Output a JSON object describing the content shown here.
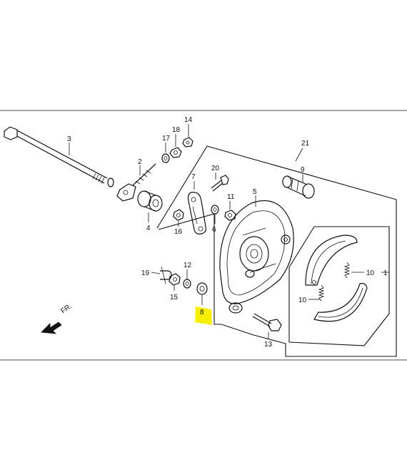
{
  "diagram": {
    "highlight_color": "#f6f000",
    "direction_label": "FR.",
    "callouts": {
      "c1": "1",
      "c2": "2",
      "c3": "3",
      "c4": "4",
      "c5": "5",
      "c6": "6",
      "c7": "7",
      "c8": "8",
      "c9": "9",
      "c10a": "10",
      "c10b": "10",
      "c11": "11",
      "c12": "12",
      "c13": "13",
      "c14": "14",
      "c15": "15",
      "c16": "16",
      "c17": "17",
      "c18": "18",
      "c19": "19",
      "c20": "20",
      "c21": "21"
    }
  }
}
